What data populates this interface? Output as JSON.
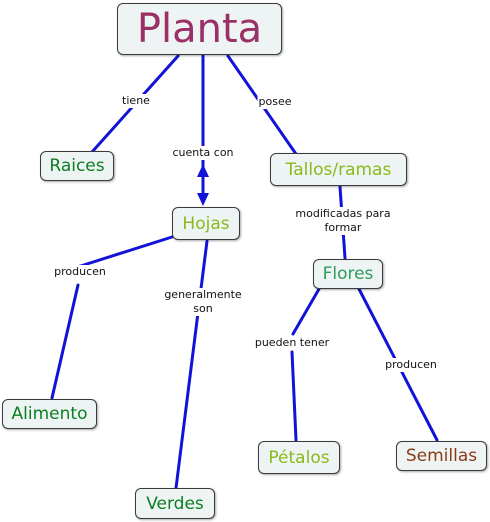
{
  "concept_map": {
    "nodes": {
      "planta": "Planta",
      "raices": "Raices",
      "tallos": "Tallos/ramas",
      "hojas": "Hojas",
      "flores": "Flores",
      "alimento": "Alimento",
      "verdes": "Verdes",
      "petalos": "Pétalos",
      "semillas": "Semillas"
    },
    "links": {
      "tiene": "tiene",
      "posee": "posee",
      "cuenta_con": "cuenta con",
      "modificadas_line1": "modificadas para",
      "modificadas_line2": "formar",
      "producen_hojas": "producen",
      "generalmente_line1": "generalmente",
      "generalmente_line2": "son",
      "pueden_tener": "pueden tener",
      "producen_flores": "producen"
    },
    "colors": {
      "title": "#9b3066",
      "dark_green": "#0a7f1f",
      "light_green": "#8ab91c",
      "teal": "#2e9a5c",
      "brown": "#8a3a14",
      "line": "#1212d8"
    }
  }
}
